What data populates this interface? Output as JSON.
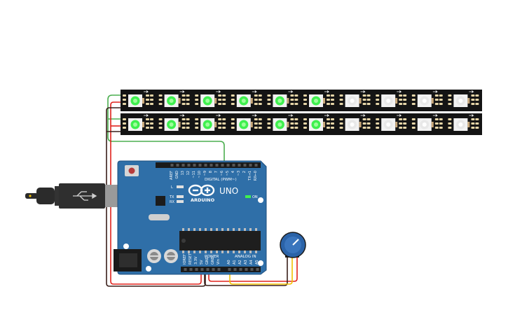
{
  "strips": {
    "pixel_count": 10,
    "rows": [
      {
        "name": "led-strip-top",
        "lit": [
          true,
          true,
          true,
          true,
          true,
          true,
          false,
          false,
          false,
          false
        ]
      },
      {
        "name": "led-strip-bottom",
        "lit": [
          true,
          true,
          true,
          true,
          true,
          true,
          false,
          false,
          false,
          false
        ]
      }
    ],
    "on_color": "#3ff04f",
    "off_color": "#e8e8e8"
  },
  "board": {
    "logo": "ARDUINO",
    "model": "UNO",
    "on_label": "ON",
    "tx_label": "TX",
    "rx_label": "RX",
    "l_label": "L",
    "digital_header": "DIGITAL (PWM~)",
    "power_header": "POWER",
    "analog_header": "ANALOG IN",
    "digital_pins": [
      "AREF",
      "GND",
      "13",
      "12",
      "~11",
      "~10",
      "~9",
      "8",
      "7",
      "~6",
      "~5",
      "4",
      "~3",
      "2",
      "TX→1",
      "RX←0"
    ],
    "power_pins": [
      "IOREF",
      "RESET",
      "3.3V",
      "5V",
      "GND",
      "GND",
      "Vin"
    ],
    "analog_pins": [
      "A0",
      "A1",
      "A2",
      "A3",
      "A4",
      "A5"
    ],
    "color": "#2f6fa8"
  },
  "wire_colors": {
    "green": "#4caf50",
    "red": "#e0221c",
    "black": "#3a1f1a",
    "yellow": "#f2c200"
  }
}
